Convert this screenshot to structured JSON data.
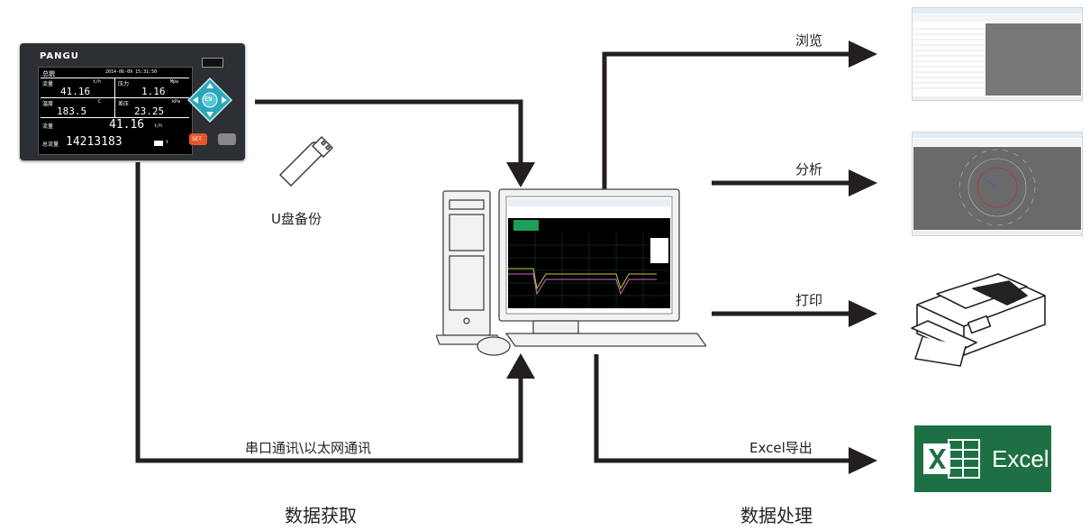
{
  "labels": {
    "browse": "浏览",
    "analyze": "分析",
    "print": "打印",
    "excel_export": "Excel导出",
    "usb_backup": "U盘备份",
    "serial_ethernet": "串口通讯\\以太网通讯",
    "data_acquisition": "数据获取",
    "data_processing": "数据处理"
  },
  "device": {
    "brand": "PANGU",
    "screen": {
      "header_left": "总貌",
      "header_right": "2014-06-09 15:31:50",
      "cells": [
        {
          "name": "流量",
          "unit": "t/h",
          "value": "41.16"
        },
        {
          "name": "压力",
          "unit": "Mpa",
          "value": "1.16"
        },
        {
          "name": "温度",
          "unit": "C",
          "value": "183.5"
        },
        {
          "name": "差压",
          "unit": "kPa",
          "value": "23.25"
        }
      ],
      "flow_label": "流量",
      "flow_value": "41.16",
      "flow_unit": "t/h",
      "total_label": "总流量",
      "total_value": "14213183",
      "total_unit": "t"
    },
    "buttons": {
      "center": "EN",
      "set": "SET"
    }
  },
  "excel_logo": {
    "word": "Excel"
  },
  "colors": {
    "arrow": "#231f20",
    "device_body": "#2c2f33",
    "nav_pad": "#2aa8b8",
    "set_button": "#e8562a",
    "excel_green": "#1d7044"
  },
  "icons": [
    "usb-drive-icon",
    "computer-icon",
    "printer-icon",
    "excel-icon"
  ]
}
